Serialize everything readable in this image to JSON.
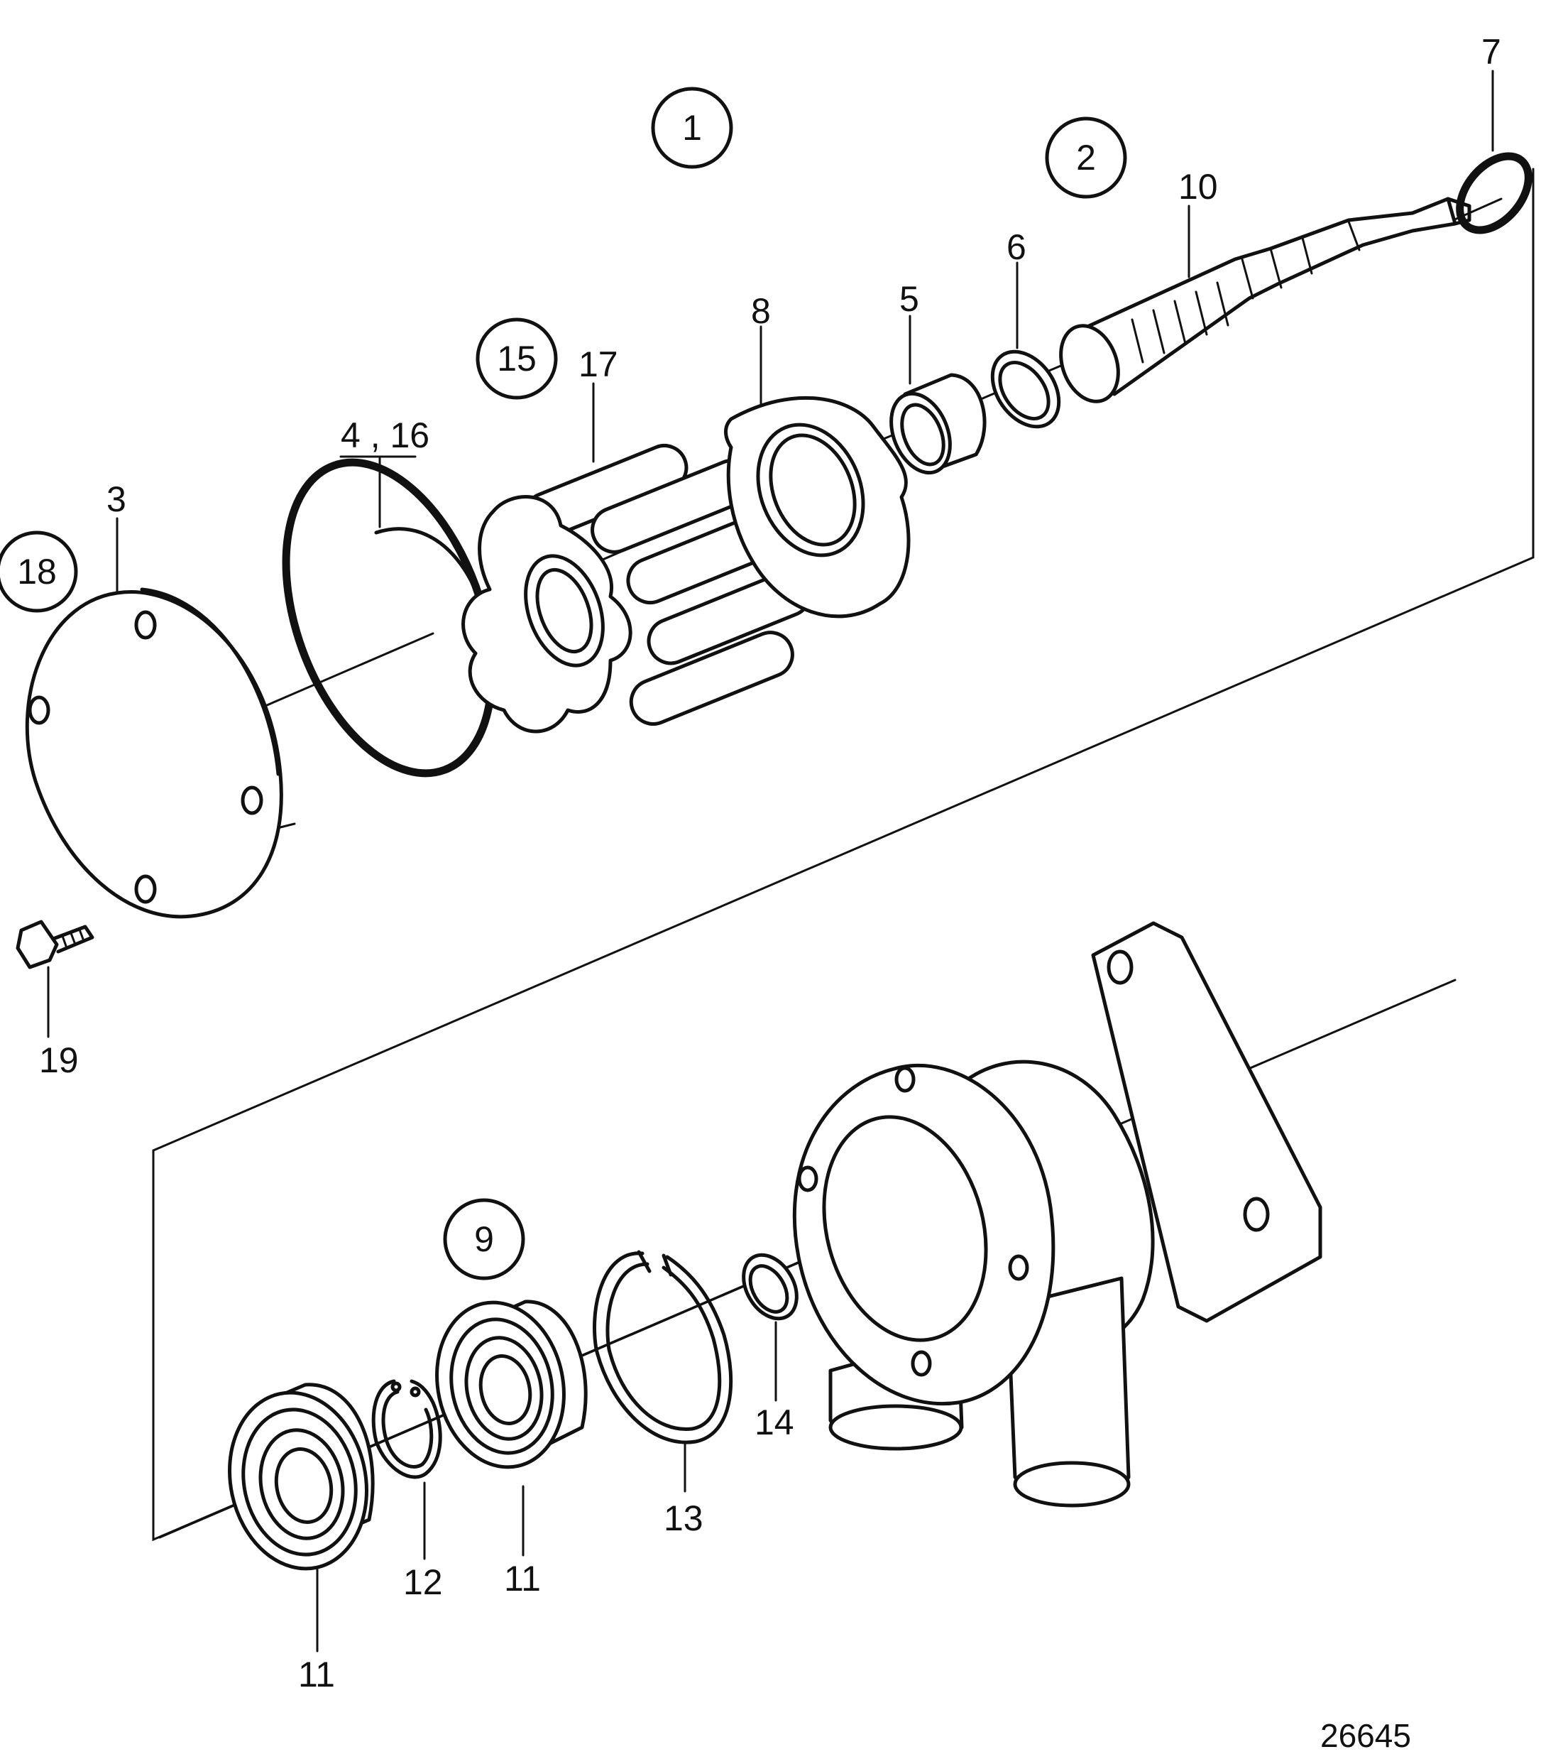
{
  "figure": {
    "reference_number": "26645"
  },
  "group_callouts": [
    {
      "id": "1",
      "label": "1"
    },
    {
      "id": "2",
      "label": "2"
    },
    {
      "id": "15",
      "label": "15"
    },
    {
      "id": "18",
      "label": "18"
    },
    {
      "id": "9",
      "label": "9"
    }
  ],
  "part_labels": [
    {
      "id": "7",
      "label": "7"
    },
    {
      "id": "10",
      "label": "10"
    },
    {
      "id": "6",
      "label": "6"
    },
    {
      "id": "5",
      "label": "5"
    },
    {
      "id": "8",
      "label": "8"
    },
    {
      "id": "17",
      "label": "17"
    },
    {
      "id": "4-16",
      "label": "4 , 16"
    },
    {
      "id": "3",
      "label": "3"
    },
    {
      "id": "19",
      "label": "19"
    },
    {
      "id": "14",
      "label": "14"
    },
    {
      "id": "13",
      "label": "13"
    },
    {
      "id": "11a",
      "label": "11"
    },
    {
      "id": "12",
      "label": "12"
    },
    {
      "id": "11b",
      "label": "11"
    }
  ]
}
